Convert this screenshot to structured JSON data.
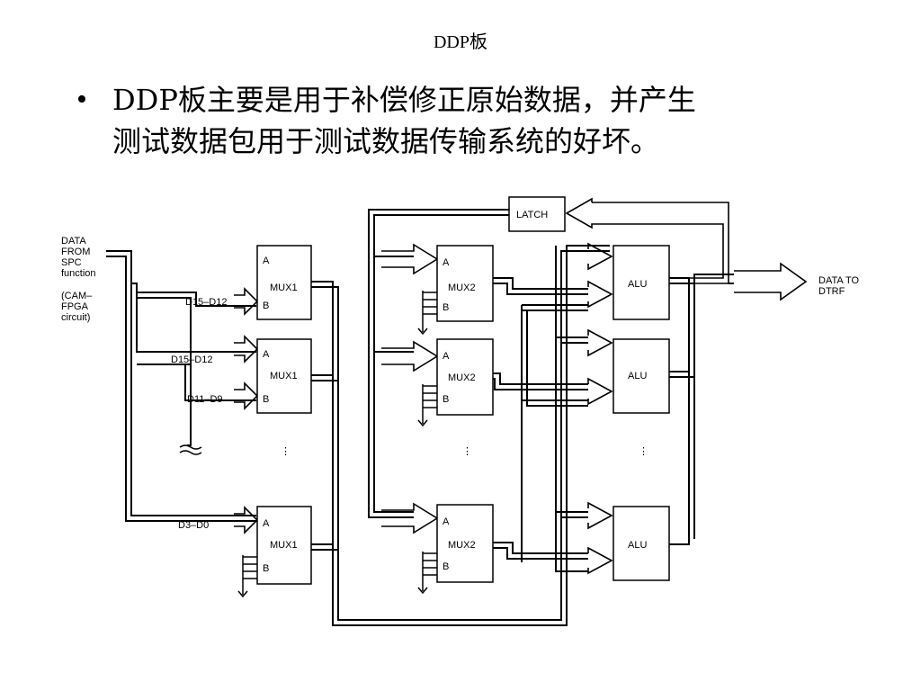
{
  "title": "DDP板",
  "bullet": {
    "line1": "DDP板主要是用于补偿修正原始数据，并产生",
    "line2": "测试数据包用于测试数据传输系统的好坏。"
  },
  "diagram": {
    "input_label": [
      "DATA",
      "FROM",
      "SPC",
      "function",
      "(CAM–",
      "FPGA",
      "circuit)"
    ],
    "output_label": [
      "DATA  TO",
      "DTRF"
    ],
    "latch": "LATCH",
    "mux1": "MUX1",
    "mux2": "MUX2",
    "alu": "ALU",
    "port_a": "A",
    "port_b": "B",
    "bus_labels": {
      "d15_d12_top": "D15–D12",
      "d15_d12_mid": "D15–D12",
      "d11_d9": "D11–D9",
      "d3_d0": "D3–D0"
    },
    "ellipsis": "⋮"
  }
}
